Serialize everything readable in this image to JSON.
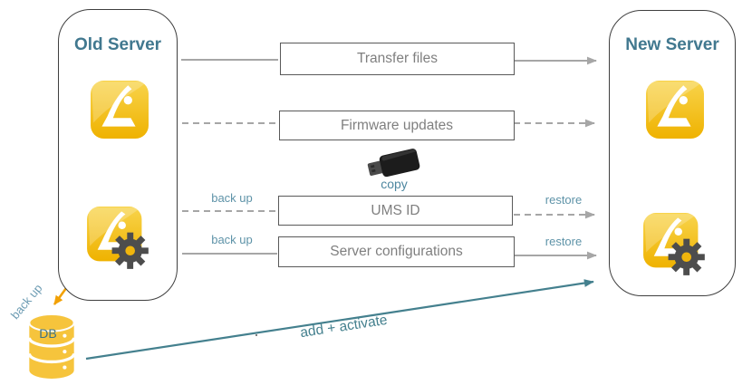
{
  "old_server": {
    "title": "Old Server"
  },
  "new_server": {
    "title": "New Server"
  },
  "steps": [
    {
      "label": "Transfer files",
      "left_connector": "solid",
      "right_connector": "solid-arrow"
    },
    {
      "label": "Firmware updates",
      "left_connector": "dashed",
      "right_connector": "dashed-arrow"
    },
    {
      "label": "UMS ID",
      "left_label": "back up",
      "right_label": "restore",
      "left_connector": "dashed",
      "right_connector": "dashed-arrow"
    },
    {
      "label": "Server configurations",
      "left_label": "back up",
      "right_label": "restore",
      "left_connector": "solid",
      "right_connector": "solid-arrow"
    }
  ],
  "usb": {
    "caption": "copy"
  },
  "database": {
    "label": "DB",
    "backup_label": "back up"
  },
  "migration": {
    "add_activate_label": "add + activate"
  },
  "icons": [
    "ums-app-icon",
    "ums-app-gear-icon",
    "usb-stick-icon",
    "database-icon",
    "double-arrow-vertical-icon",
    "double-arrow-diagonal-icon"
  ],
  "colors": {
    "title_teal": "#41788F",
    "label_teal": "#5E93A8",
    "line_teal": "#44808E",
    "orange": "#F2A104",
    "icon_yellow": "#F3BC14",
    "db_yellow": "#F6C43C",
    "gear_gray": "#4D4D4D",
    "connector_gray": "#A6A6A6",
    "box_border_gray": "#595959",
    "box_text_gray": "#7F7F7F"
  }
}
